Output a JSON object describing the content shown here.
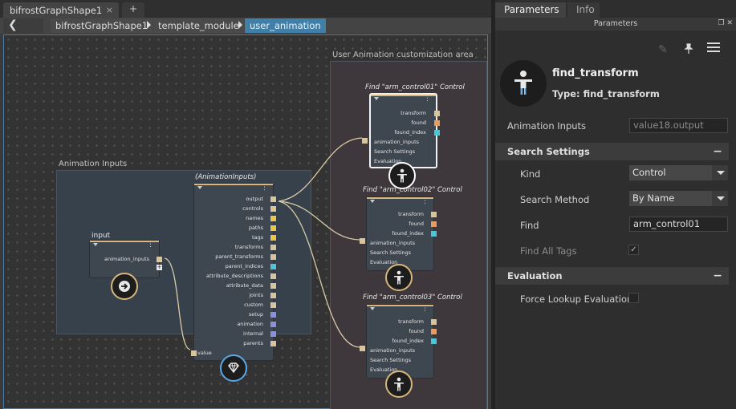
{
  "graph": {
    "tab_title": "bifrostGraphShape1",
    "tab_close": "×",
    "tab_add": "+",
    "back_arrow": "❮",
    "breadcrumbs": [
      "bifrostGraphShape1",
      "template_module",
      "user_animation"
    ],
    "backdrop_user": "User Animation customization area",
    "backdrop_inputs": "Animation Inputs",
    "node_input": {
      "title": "input",
      "port": "animation_inputs"
    },
    "node_anim_inputs": {
      "title": "(AnimationInputs)",
      "outputs": [
        "output",
        "controls",
        "names",
        "paths",
        "tags",
        "transforms",
        "parent_transforms",
        "parent_indices",
        "attribute_descriptions",
        "attribute_data",
        "joints",
        "custom",
        "setup",
        "animation",
        "internal",
        "parents"
      ],
      "input": "value"
    },
    "find_nodes": [
      {
        "title": "Find \"arm_control01\" Control"
      },
      {
        "title": "Find \"arm_control02\" Control"
      },
      {
        "title": "Find \"arm_control03\" Control"
      }
    ],
    "find_ports": {
      "out_transform": "transform",
      "out_found": "found",
      "out_found_index": "found_index",
      "in_anim": "animation_inputs",
      "in_search": "Search Settings",
      "in_eval": "Evaluation"
    }
  },
  "params": {
    "tab_parameters": "Parameters",
    "tab_info": "Info",
    "sub_title": "Parameters",
    "node_name": "find_transform",
    "type_label": "Type: find_transform",
    "animation_inputs_label": "Animation Inputs",
    "animation_inputs_value": "value18.output",
    "section_search": "Search Settings",
    "kind_label": "Kind",
    "kind_value": "Control",
    "search_method_label": "Search Method",
    "search_method_value": "By Name",
    "find_label": "Find",
    "find_value": "arm_control01",
    "find_all_tags_label": "Find All Tags",
    "section_eval": "Evaluation",
    "force_lookup_label": "Force Lookup Evaluation",
    "collapse_glyph": "−",
    "check_glyph": "✓"
  }
}
